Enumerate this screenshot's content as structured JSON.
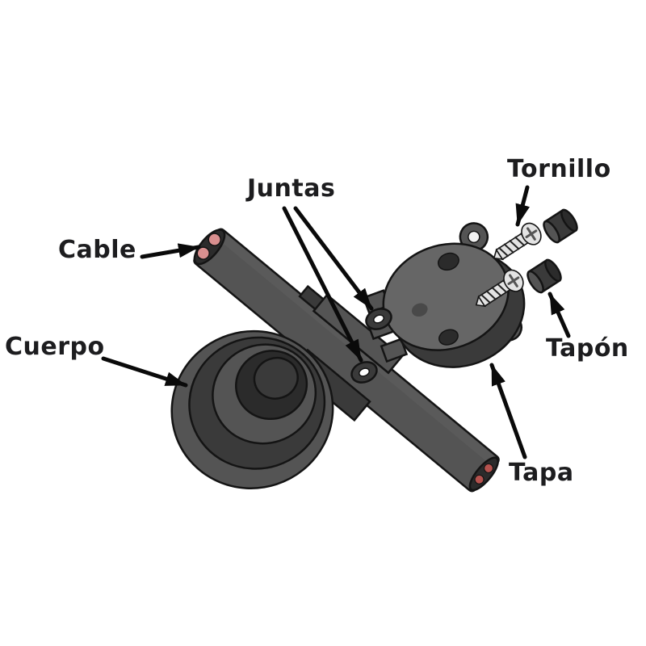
{
  "labels": {
    "cable": "Cable",
    "cuerpo": "Cuerpo",
    "juntas": "Juntas",
    "tornillo": "Tornillo",
    "tapon": "Tapón",
    "tapa": "Tapa"
  },
  "colors": {
    "background": "#ffffff",
    "label_text": "#1d1d1f",
    "arrow": "#0a0a0a",
    "part_gray": "#545454",
    "part_gray_dark": "#3a3a3a",
    "part_gray_darker": "#2b2b2b",
    "part_gray_light": "#666666",
    "outline": "#141414",
    "screw_light": "#e3e3e3",
    "wire_red": "#d98f8f"
  }
}
